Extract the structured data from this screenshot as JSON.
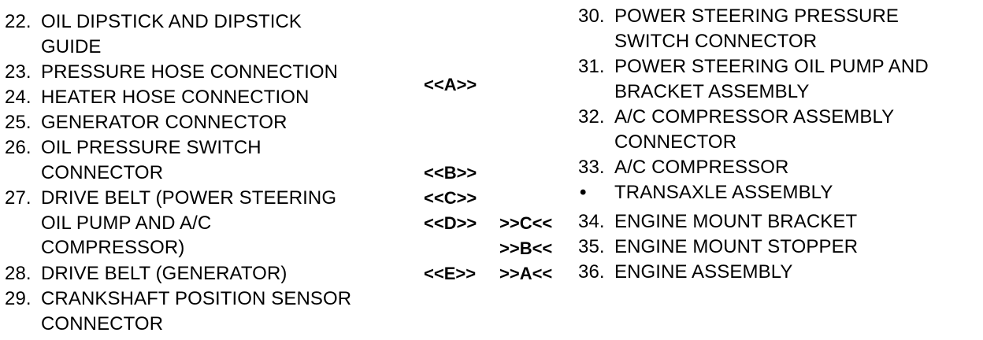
{
  "left_items": [
    {
      "num": "22.",
      "lines": [
        "OIL DIPSTICK AND DIPSTICK",
        "GUIDE"
      ]
    },
    {
      "num": "23.",
      "lines": [
        "PRESSURE HOSE CONNECTION"
      ]
    },
    {
      "num": "24.",
      "lines": [
        "HEATER HOSE CONNECTION"
      ]
    },
    {
      "num": "25.",
      "lines": [
        "GENERATOR CONNECTOR"
      ]
    },
    {
      "num": "26.",
      "lines": [
        "OIL PRESSURE SWITCH",
        "CONNECTOR"
      ]
    },
    {
      "num": "27.",
      "lines": [
        "DRIVE BELT (POWER STEERING",
        "OIL PUMP AND A/C",
        "COMPRESSOR)"
      ]
    },
    {
      "num": "28.",
      "lines": [
        "DRIVE BELT (GENERATOR)"
      ]
    },
    {
      "num": "29.",
      "lines": [
        "CRANKSHAFT POSITION SENSOR",
        "CONNECTOR"
      ]
    }
  ],
  "right_items": [
    {
      "num": "30.",
      "lines": [
        "POWER STEERING PRESSURE",
        "SWITCH CONNECTOR"
      ]
    },
    {
      "num": "31.",
      "lines": [
        "POWER STEERING OIL PUMP AND",
        "BRACKET ASSEMBLY"
      ]
    },
    {
      "num": "32.",
      "lines": [
        "A/C COMPRESSOR ASSEMBLY",
        "CONNECTOR"
      ]
    },
    {
      "num": "33.",
      "lines": [
        "A/C COMPRESSOR"
      ]
    },
    {
      "num": "•",
      "lines": [
        "TRANSAXLE ASSEMBLY"
      ]
    },
    {
      "num": "34.",
      "lines": [
        "ENGINE MOUNT BRACKET"
      ]
    },
    {
      "num": "35.",
      "lines": [
        "ENGINE MOUNT STOPPER"
      ]
    },
    {
      "num": "36.",
      "lines": [
        "ENGINE ASSEMBLY"
      ]
    }
  ],
  "removal_refs": {
    "a": "<<A>>",
    "b": "<<B>>",
    "c": "<<C>>",
    "d": "<<D>>",
    "e": "<<E>>"
  },
  "install_refs": {
    "c": ">>C<<",
    "b": ">>B<<",
    "a": ">>A<<"
  }
}
